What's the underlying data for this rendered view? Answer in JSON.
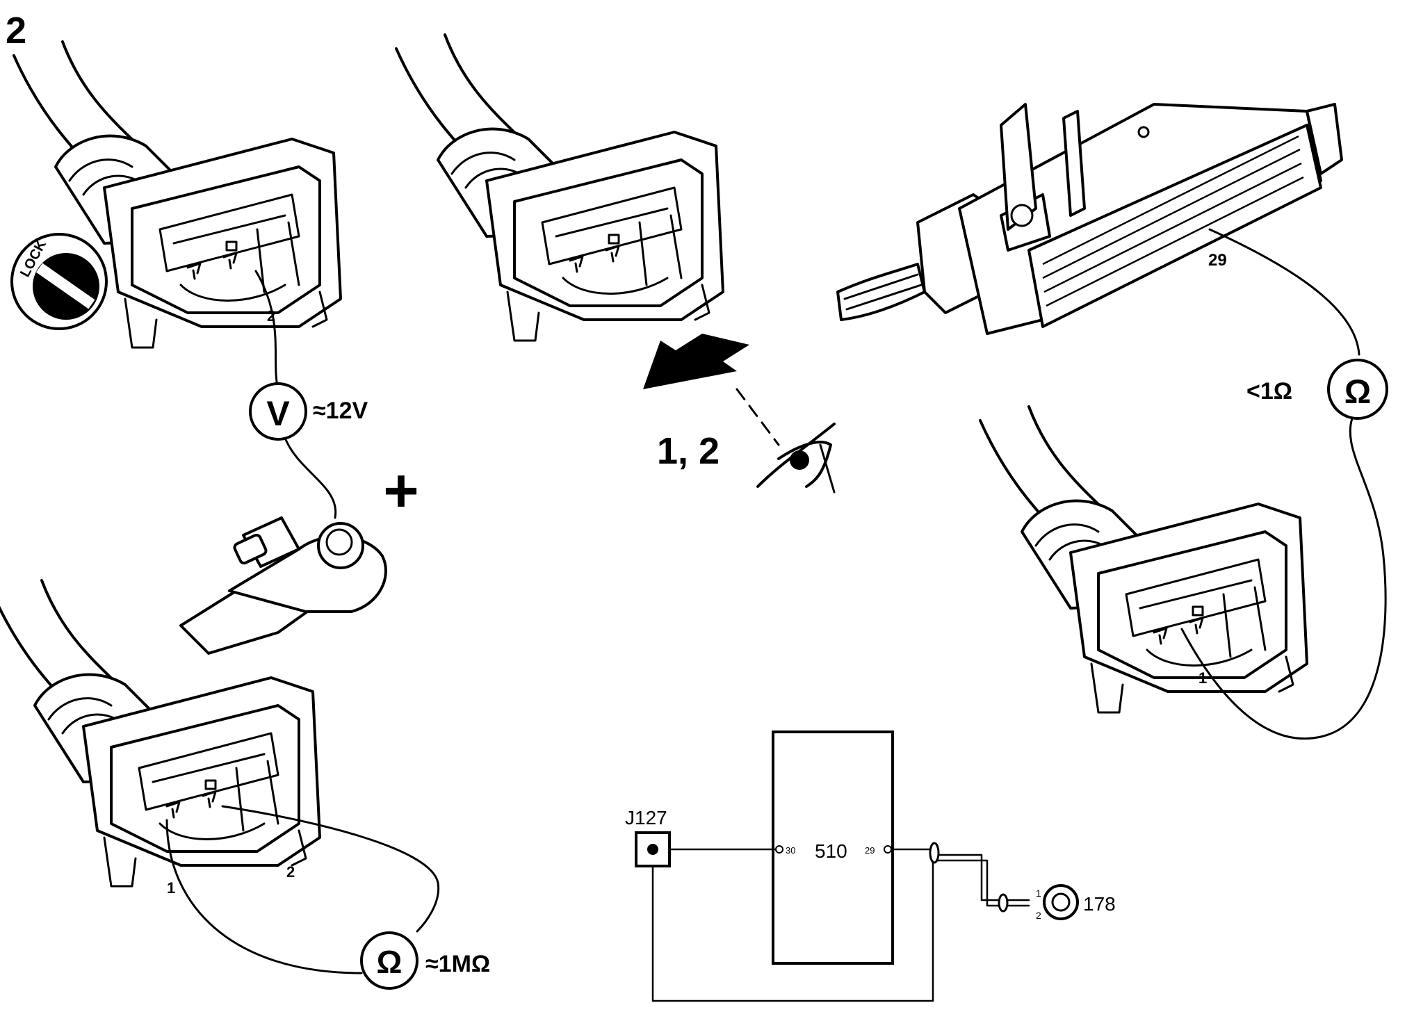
{
  "figure_number": "2",
  "ignition": {
    "lock_label": "LOCK"
  },
  "voltage_test": {
    "meter_symbol": "V",
    "reading": "≈12V",
    "pin_label": "2",
    "battery_symbol": "+"
  },
  "insulation_test": {
    "meter_symbol": "Ω",
    "reading": "≈1MΩ",
    "pin_labels": [
      "1",
      "2"
    ]
  },
  "inspection": {
    "step_label": "1, 2"
  },
  "continuity_test": {
    "meter_symbol": "Ω",
    "reading": "<1Ω",
    "ecu_pin_label": "29",
    "connector_pin_label": "1"
  },
  "schematic": {
    "relay_label": "J127",
    "module_label": "510",
    "terminal_left": "30",
    "terminal_right": "29",
    "component_label": "178",
    "component_pins": [
      "1",
      "2"
    ]
  },
  "colors": {
    "ink": "#000000",
    "paper": "#ffffff"
  }
}
